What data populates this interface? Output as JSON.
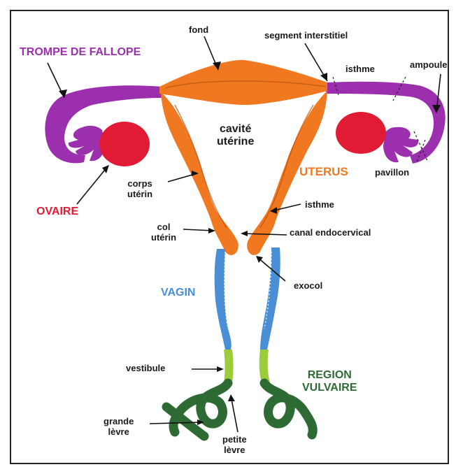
{
  "labels": {
    "fond": "fond",
    "segment_interstitiel": "segment interstitiel",
    "trompe": "TROMPE DE FALLOPE",
    "isthme_trompe": "isthme",
    "ampoule": "ampoule",
    "cavite": "cavité\nutérine",
    "uterus": "UTERUS",
    "pavillon": "pavillon",
    "corps_uterin": "corps\nutérin",
    "ovaire": "OVAIRE",
    "isthme_uterus": "isthme",
    "col_uterin": "col\nutérin",
    "canal_endocervical": "canal endocervical",
    "exocol": "exocol",
    "vagin": "VAGIN",
    "vestibule": "vestibule",
    "region_vulvaire": "REGION\nVULVAIRE",
    "grande_levre": "grande\nlèvre",
    "petite_levre": "petite\nlèvre"
  },
  "colors": {
    "trompe": "#9b2fae",
    "ovaire": "#e21b34",
    "uterus": "#f07820",
    "vagin": "#4a8fd6",
    "vestibule": "#9ccc3c",
    "vulve": "#2e6b34",
    "text": "#1a1a1a"
  }
}
